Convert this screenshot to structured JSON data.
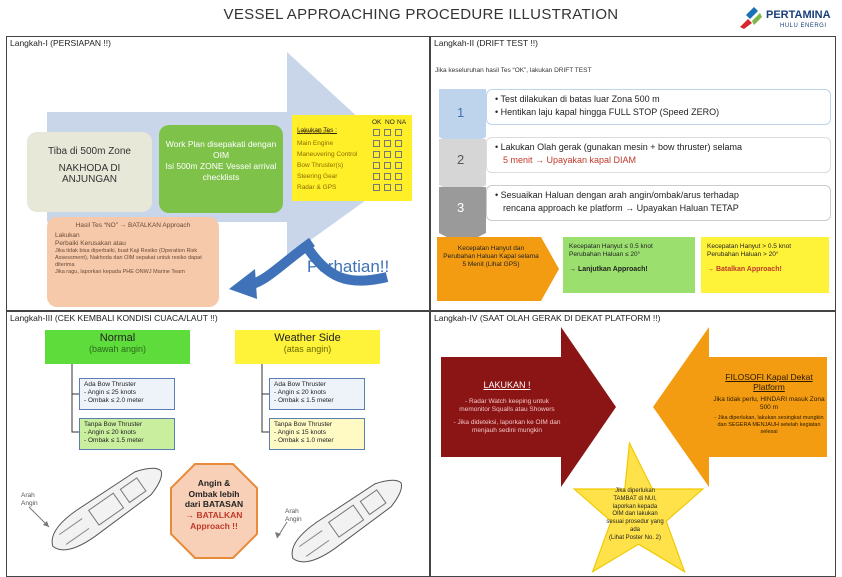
{
  "title": "VESSEL APPROACHING PROCEDURE ILLUSTRATION",
  "logo": {
    "name": "PERTAMINA",
    "sub": "HULU ENERGI"
  },
  "p1": {
    "header": "Langkah-I (PERSIAPAN !!)",
    "box1_line1": "Tiba di 500m Zone",
    "box1_line2": "NAKHODA DI ANJUNGAN",
    "box2_line1": "Work Plan  disepakati dengan OIM",
    "box2_line2": "Isi 500m ZONE Vessel arrival checklists",
    "check_title": "Lakukan Tes :",
    "check_cols": [
      "OK",
      "NO",
      "NA"
    ],
    "check_items": [
      "Komunikasi",
      "Main Engine",
      "Maneuvering Control",
      "Bow Thruster(s)",
      "Steering Gear",
      "Radar & GPS"
    ],
    "fail_header": "Hasil Tes “NO” → BATALKAN Approach",
    "fail_lines": [
      "Lakukan",
      "Perbaiki Kerusakan atau",
      "Jika tidak bisa diperbaiki, buat Kaji Resiko (Operation Risk Assessment), Nakhoda dan OIM sepakat untuk resiko dapat diterima",
      "Jika ragu, laporkan kepada PHE ONWJ Marine Team"
    ],
    "perhatian": "Perhatian!!"
  },
  "p2": {
    "header": "Langkah-II (DRIFT TEST !!)",
    "intro": "Jika keseluruhan hasil Tes “OK”, lakukan DRIFT TEST",
    "steps": [
      {
        "num": "1",
        "lines": [
          "Test dilakukan di batas luar Zona 500 m",
          "Hentikan laju kapal hingga FULL STOP (Speed ZERO)"
        ]
      },
      {
        "num": "2",
        "lines": [
          "Lakukan Olah gerak (gunakan mesin + bow thruster) selama",
          "5 menit → Upayakan kapal DIAM"
        ]
      },
      {
        "num": "3",
        "lines": [
          "Sesuaikan Haluan dengan arah angin/ombak/arus terhadap",
          "rencana approach ke platform → Upayakan Haluan TETAP"
        ]
      }
    ],
    "drift_box": "Kecepatan Hanyut dan Perubahan Haluan Kapal selama 5 Menit (Lihat GPS)",
    "ok_box": {
      "line1": "Kecepatan Hanyut ≤ 0.5 knot",
      "line2": "Perubahan Haluan ≤ 20°",
      "action": "→ Lanjutkan Approach!"
    },
    "ng_box": {
      "line1": "Kecepatan Hanyut > 0.5 knot",
      "line2": "Perubahan Haluan > 20°",
      "action": "→ Batalkan Approach!"
    }
  },
  "p3": {
    "header": "Langkah-III (CEK KEMBALI KONDISI CUACA/LAUT !!)",
    "normal": {
      "title": "Normal",
      "sub": "(bawah angin)"
    },
    "weather": {
      "title": "Weather Side",
      "sub": "(atas angin)"
    },
    "n_bow": {
      "t": "Ada Bow Thruster",
      "a": "- Angin ≤ 25 knots",
      "b": "- Ombak ≤ 2.0 meter"
    },
    "n_nobow": {
      "t": "Tanpa Bow Thruster",
      "a": "- Angin ≤ 20 knots",
      "b": "- Ombak ≤ 1.5 meter"
    },
    "w_bow": {
      "t": "Ada Bow Thruster",
      "a": "- Angin ≤ 20 knots",
      "b": "- Ombak ≤ 1.5 meter"
    },
    "w_nobow": {
      "t": "Tanpa Bow Thruster",
      "a": "- Angin ≤ 15 knots",
      "b": "- Ombak ≤ 1.0 meter"
    },
    "arah1": "Arah Angin",
    "arah2": "Arah Angin",
    "octagon": [
      "Angin &",
      "Ombak lebih",
      "dari BATASAN",
      "→ BATALKAN",
      "Approach !!"
    ]
  },
  "p4": {
    "header": "Langkah-IV (SAAT OLAH GERAK DI DEKAT PLATFORM !!)",
    "left_title": "LAKUKAN !",
    "left_lines": [
      "- Radar Watch keeping untuk memonitor Squalls atau Showers",
      "- Jika dideteksi, laporkan ke OIM dan menjauh sedini mungkin"
    ],
    "right_title": "FILOSOFI Kapal Dekat Platform",
    "right_lines": [
      "Jika tidak perlu, HINDARI masuk Zona 500 m",
      "- Jika diperlukan, lakukan sesingkat mungkin dan SEGERA MENJAUH setelah kegiatan selesai"
    ],
    "star_lines": [
      "Jika diperlukan",
      "TAMBAT di NUI,",
      "laporkan kepada",
      "OIM dan lakukan",
      "sesuai prosedur yang",
      "ada",
      "(Lihat Poster No. 2)"
    ]
  }
}
